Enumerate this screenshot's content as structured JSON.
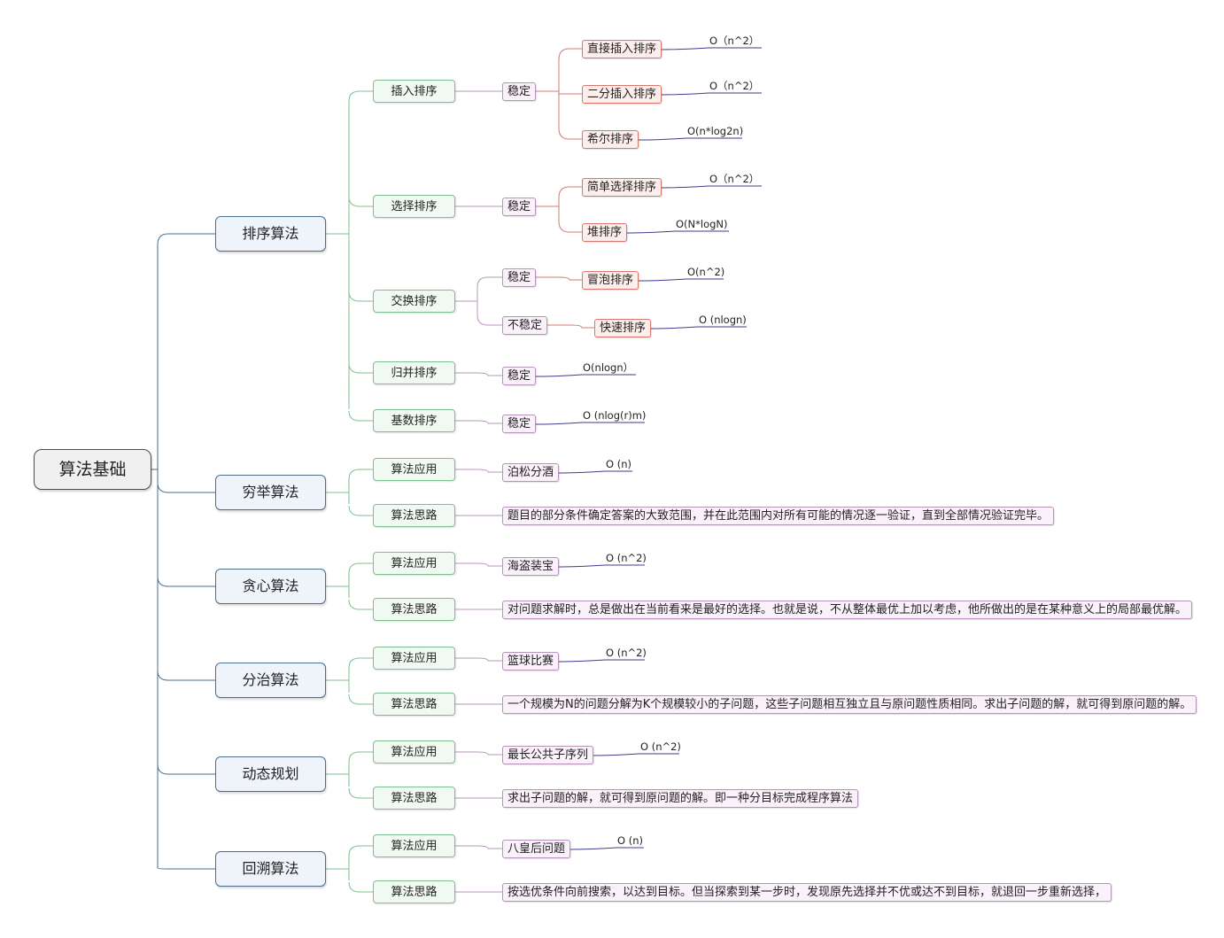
{
  "root": "算法基础",
  "sorting": {
    "title": "排序算法",
    "insert": {
      "label": "插入排序",
      "stability": "稳定",
      "algorithms": [
        {
          "name": "直接插入排序",
          "complexity": "O（n^2）"
        },
        {
          "name": "二分插入排序",
          "complexity": "O（n^2）"
        },
        {
          "name": "希尔排序",
          "complexity": "O(n*log2n)"
        }
      ]
    },
    "select": {
      "label": "选择排序",
      "stability": "稳定",
      "algorithms": [
        {
          "name": "简单选择排序",
          "complexity": "O（n^2）"
        },
        {
          "name": "堆排序",
          "complexity": "O(N*logN)"
        }
      ]
    },
    "exchange": {
      "label": "交换排序",
      "stable": {
        "stability": "稳定",
        "name": "冒泡排序",
        "complexity": "O(n^2)"
      },
      "unstable": {
        "stability": "不稳定",
        "name": "快速排序",
        "complexity": "O (nlogn)"
      }
    },
    "merge": {
      "label": "归并排序",
      "stability": "稳定",
      "complexity": "O(nlogn）"
    },
    "radix": {
      "label": "基数排序",
      "stability": "稳定",
      "complexity": "O (nlog(r)m)"
    }
  },
  "categories": [
    {
      "title": "穷举算法",
      "app_label": "算法应用",
      "app": "泊松分酒",
      "complexity": "O (n)",
      "idea_label": "算法思路",
      "idea": "题目的部分条件确定答案的大致范围，并在此范围内对所有可能的情况逐一验证，直到全部情况验证完毕。"
    },
    {
      "title": "贪心算法",
      "app_label": "算法应用",
      "app": "海盗装宝",
      "complexity": "O (n^2)",
      "idea_label": "算法思路",
      "idea": "对问题求解时，总是做出在当前看来是最好的选择。也就是说，不从整体最优上加以考虑，他所做出的是在某种意义上的局部最优解。"
    },
    {
      "title": "分治算法",
      "app_label": "算法应用",
      "app": "篮球比赛",
      "complexity": "O (n^2)",
      "idea_label": "算法思路",
      "idea": "一个规模为N的问题分解为K个规模较小的子问题，这些子问题相互独立且与原问题性质相同。求出子问题的解，就可得到原问题的解。"
    },
    {
      "title": "动态规划",
      "app_label": "算法应用",
      "app": "最长公共子序列",
      "complexity": "O (n^2)",
      "idea_label": "算法思路",
      "idea": "求出子问题的解，就可得到原问题的解。即一种分目标完成程序算法"
    },
    {
      "title": "回溯算法",
      "app_label": "算法应用",
      "app": "八皇后问题",
      "complexity": "O (n)",
      "idea_label": "算法思路",
      "idea": "按选优条件向前搜索，以达到目标。但当探索到某一步时，发现原先选择并不优或达不到目标，就退回一步重新选择，"
    }
  ],
  "colors": {
    "l1_line": "#4a6f8f",
    "l2_line": "#7fbf8f",
    "tag_line": "#b894bc",
    "alg_line": "#d6786f",
    "cx_line": "#3d3d8a"
  }
}
